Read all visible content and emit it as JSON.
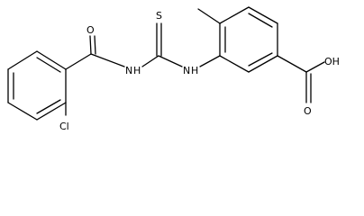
{
  "colors": {
    "background": "#ffffff",
    "bond": "#000000",
    "label": "#000000"
  },
  "atoms": [
    {
      "label": "O"
    },
    {
      "label": "S"
    },
    {
      "label": "N"
    },
    {
      "label": "H"
    },
    {
      "label": "N"
    },
    {
      "label": "H"
    },
    {
      "label": "Cl"
    },
    {
      "label": "OH"
    },
    {
      "label": "O"
    }
  ]
}
